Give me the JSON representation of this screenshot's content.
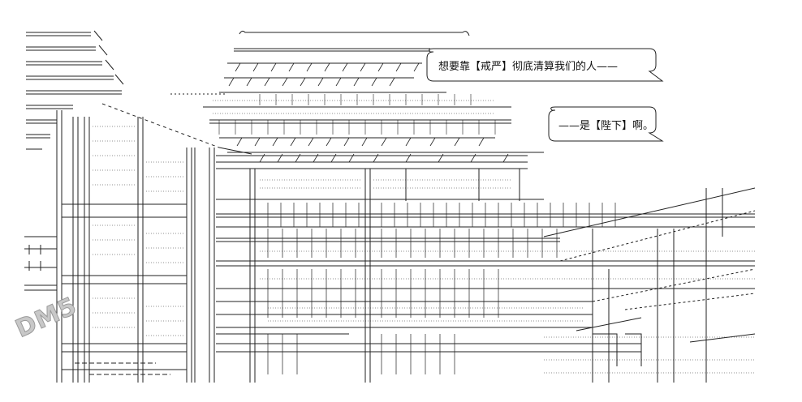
{
  "bubbles": [
    {
      "text": "想要靠【戒严】彻底清算我们的人——"
    },
    {
      "text": "——是【陛下】啊。"
    }
  ],
  "watermark": {
    "text": "DM5",
    "description": "site watermark rendered as stylized lettering"
  },
  "colors": {
    "background": "#ffffff",
    "ink": "#1a1a1a",
    "watermark": "#c8c8c8"
  }
}
